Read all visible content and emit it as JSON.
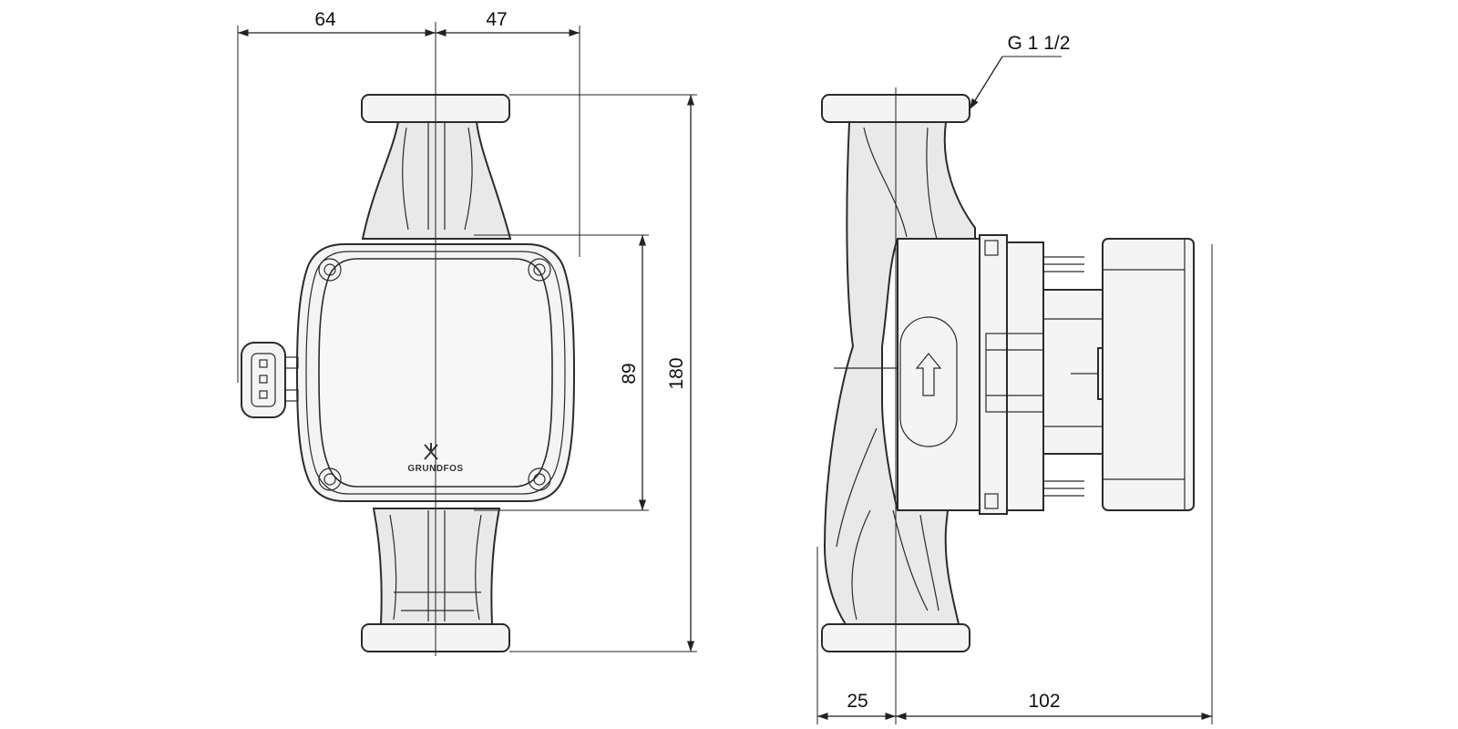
{
  "front_view": {
    "dim_left_width": "64",
    "dim_right_width": "47",
    "dim_motor_height": "89",
    "dim_total_height": "180",
    "logo_text": "GRUNDFOS"
  },
  "side_view": {
    "thread_label": "G 1 1/2",
    "dim_flange_offset": "25",
    "dim_depth": "102"
  }
}
